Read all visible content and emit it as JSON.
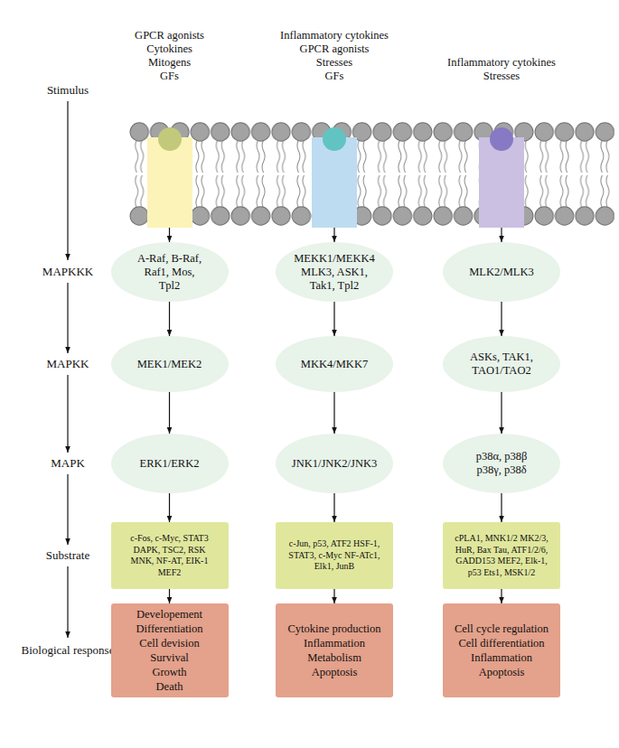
{
  "diagram": {
    "nodes": [
      {
        "text": [
          "GPCR agonists",
          "Cytokines",
          "Mitogens",
          "GFs"
        ]
      },
      {
        "text": [
          "Inflammatory cytokines",
          "GPCR agonists",
          "Stresses",
          "GFs"
        ]
      },
      {
        "text": [
          "Inflammatory cytokines",
          "Stresses"
        ]
      },
      {
        "text": [
          "A-Raf, B-Raf, Raf1, Mos, Tpl2"
        ]
      },
      {
        "text": [
          "MEKK1/MEKK4 MLK3, ASK1, Tak1, Tpl2"
        ]
      },
      {
        "text": [
          "MLK2/MLK3"
        ]
      },
      {
        "text": [
          "MEK1/MEK2"
        ]
      },
      {
        "text": [
          "MKK4/MKK7"
        ]
      },
      {
        "text": [
          "ASKs, TAK1, TAO1/TAO2"
        ]
      },
      {
        "text": [
          "ERK1/ERK2"
        ]
      },
      {
        "text": [
          "JNK1/JNK2/JNK3"
        ]
      },
      {
        "text": [
          "p38α, p38β p38γ, p38δ"
        ]
      },
      {
        "text": [
          "c-Fos, c-Myc, STAT3 DAPK, TSC2, RSK MNK, NF-AT, EIK-1 MEF2"
        ]
      },
      {
        "text": [
          "c-Jun, p53, ATF2 HSF-1, STAT3, c-Myc NF-ATc1, Elk1, JunB"
        ]
      },
      {
        "text": [
          "cPLA1, MNK1/2 MK2/3, HuR, Bax Tau, ATF1/2/6, GADD153 MEF2, Elk-1, p53 Ets1, MSK1/2"
        ]
      },
      {
        "text": [
          "Developement",
          "Differentiation",
          "Cell devision",
          "Survival",
          "Growth",
          "Death"
        ]
      },
      {
        "text": [
          "Cytokine production",
          "Inflammation",
          "Metabolism",
          "Apoptosis"
        ]
      },
      {
        "text": [
          "Cell cycle regulation",
          "Cell differentiation",
          "Inflammation",
          "Apoptosis"
        ]
      }
    ],
    "edges": [
      {
        "from": 0,
        "to": 3,
        "arrow": "to"
      },
      {
        "from": 3,
        "to": 6,
        "arrow": "to"
      },
      {
        "from": 6,
        "to": 9,
        "arrow": "to"
      },
      {
        "from": 9,
        "to": 12,
        "arrow": "to"
      },
      {
        "from": 12,
        "to": 15,
        "arrow": "to"
      },
      {
        "from": 1,
        "to": 4,
        "arrow": "to"
      },
      {
        "from": 4,
        "to": 7,
        "arrow": "to"
      },
      {
        "from": 7,
        "to": 10,
        "arrow": "to"
      },
      {
        "from": 10,
        "to": 13,
        "arrow": "to"
      },
      {
        "from": 13,
        "to": 16,
        "arrow": "to"
      },
      {
        "from": 2,
        "to": 5,
        "arrow": "to"
      },
      {
        "from": 5,
        "to": 8,
        "arrow": "to"
      },
      {
        "from": 8,
        "to": 11,
        "arrow": "to"
      },
      {
        "from": 11,
        "to": 14,
        "arrow": "to"
      },
      {
        "from": 14,
        "to": 17,
        "arrow": "to"
      }
    ],
    "labels": [
      "Stimulus",
      "MAPKKK",
      "MAPKK",
      "MAPK",
      "Substrate",
      "Biological response"
    ]
  }
}
